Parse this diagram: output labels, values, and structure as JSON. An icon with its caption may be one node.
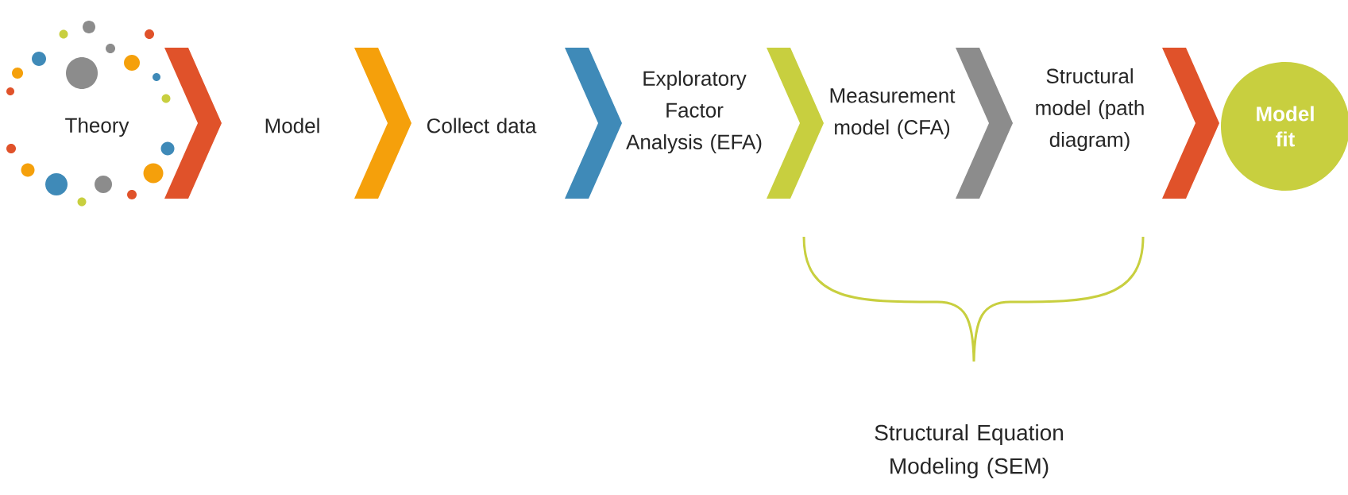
{
  "diagram": {
    "nodes": [
      {
        "text": [
          "Theory"
        ]
      },
      {
        "text": [
          "Model"
        ]
      },
      {
        "text": [
          "Collect data"
        ]
      },
      {
        "text": [
          "Exploratory Factor Analysis (EFA)"
        ]
      },
      {
        "text": [
          "Measurement model (CFA)"
        ]
      },
      {
        "text": [
          "Structural model (path diagram)"
        ]
      },
      {
        "text": [
          "Model fit"
        ]
      }
    ],
    "edges": [
      {
        "from": 0,
        "to": 1,
        "arrow": "to",
        "color": "#e0522a"
      },
      {
        "from": 1,
        "to": 2,
        "arrow": "to",
        "color": "#f5a00b"
      },
      {
        "from": 2,
        "to": 3,
        "arrow": "to",
        "color": "#3f8ab8"
      },
      {
        "from": 3,
        "to": 4,
        "arrow": "to",
        "color": "#c8cf3f"
      },
      {
        "from": 4,
        "to": 5,
        "arrow": "to",
        "color": "#8c8c8c"
      },
      {
        "from": 5,
        "to": 6,
        "arrow": "to",
        "color": "#e0522a"
      }
    ],
    "labels": [
      "Structural Equation Modeling (SEM)"
    ]
  }
}
